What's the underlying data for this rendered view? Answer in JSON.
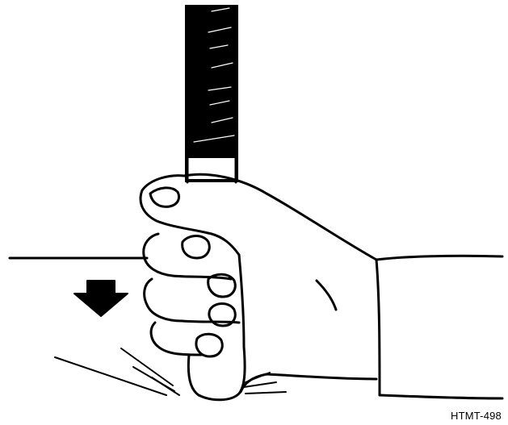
{
  "figure": {
    "id_label": "HTMT-498",
    "ink_color": "#000000",
    "paper_color": "#ffffff",
    "icons": [
      "down-arrow-icon"
    ],
    "parts": [
      "file-blade",
      "hand",
      "fingers",
      "thumb",
      "sleeve-cuff",
      "work-surface",
      "impact-lines"
    ]
  }
}
